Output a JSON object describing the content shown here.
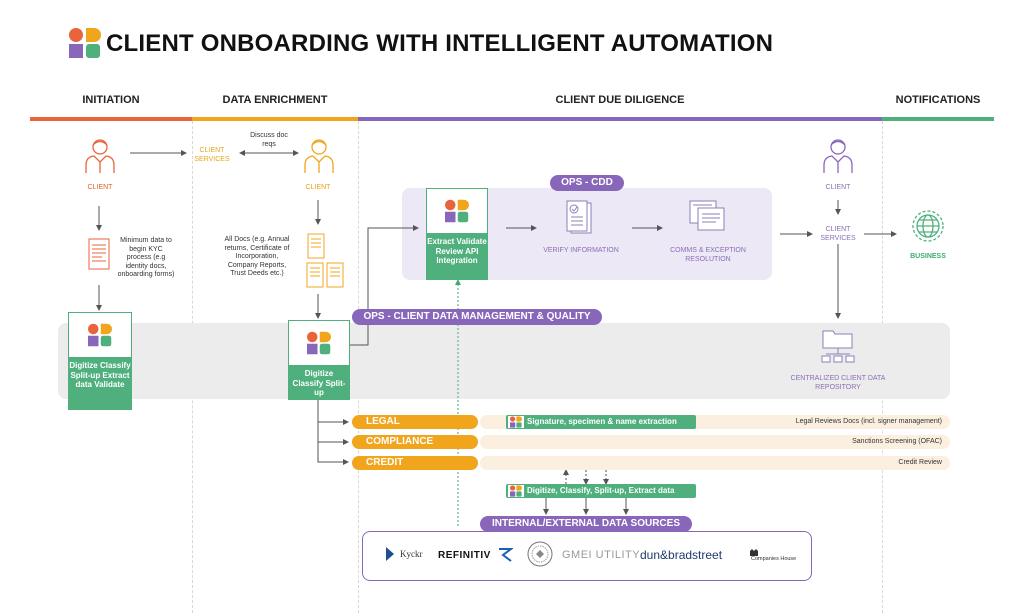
{
  "title": "CLIENT ONBOARDING WITH INTELLIGENT AUTOMATION",
  "colors": {
    "orange": "#e8643a",
    "yellow": "#f0a51d",
    "purple": "#8867bb",
    "green": "#4fb07e",
    "lightpurple": "#ece8f5",
    "gray": "#ececec",
    "peach": "#fbefdf"
  },
  "phases": {
    "initiation": "INITIATION",
    "enrichment": "DATA ENRICHMENT",
    "cdd": "CLIENT DUE DILIGENCE",
    "notifications": "NOTIFICATIONS"
  },
  "nodes": {
    "client1": "CLIENT",
    "client_services1": "CLIENT SERVICES",
    "discuss": "Discuss doc reqs",
    "client2": "CLIENT",
    "client3": "CLIENT",
    "client_services2": "CLIENT SERVICES",
    "business": "BUSINESS",
    "min_data": "Minimum data to begin KYC process (e.g identity docs, onboarding forms)",
    "all_docs": "All Docs (e.g. Annual returns, Certificate of Incorporation, Company Reports, Trust Deeds etc.)",
    "box1": "Digitize Classify Split-up Extract data Validate",
    "box2": "Digitize Classify Split-up",
    "box3": "Extract Validate Review API Integration",
    "verify": "VERIFY INFORMATION",
    "comms": "COMMS & EXCEPTION RESOLUTION",
    "repo": "CENTRALIZED CLIENT DATA REPOSITORY"
  },
  "pills": {
    "ops_cdd": "OPS - CDD",
    "ops_cdm": "OPS - CLIENT DATA MANAGEMENT & QUALITY",
    "sources": "INTERNAL/EXTERNAL DATA SOURCES"
  },
  "rows": [
    {
      "label": "LEGAL",
      "right": "Legal Reviews Docs (incl. signer management)"
    },
    {
      "label": "COMPLIANCE",
      "right": "Sanctions Screening (OFAC)"
    },
    {
      "label": "CREDIT",
      "right": "Credit Review"
    }
  ],
  "sig_box": "Signature, specimen & name  extraction",
  "dig_box": "Digitize, Classify, Split-up, Extract data",
  "logos": {
    "kyckr": "Kyckr",
    "refinitiv": "REFINITIV",
    "gmei": "GMEI UTILITY",
    "dnb": "dun&bradstreet",
    "ch": "Companies House"
  },
  "icons": [
    "brand-logo-icon",
    "person-icon",
    "document-icon",
    "checklist-icon",
    "monitor-icon",
    "globe-icon",
    "folder-tree-icon"
  ]
}
